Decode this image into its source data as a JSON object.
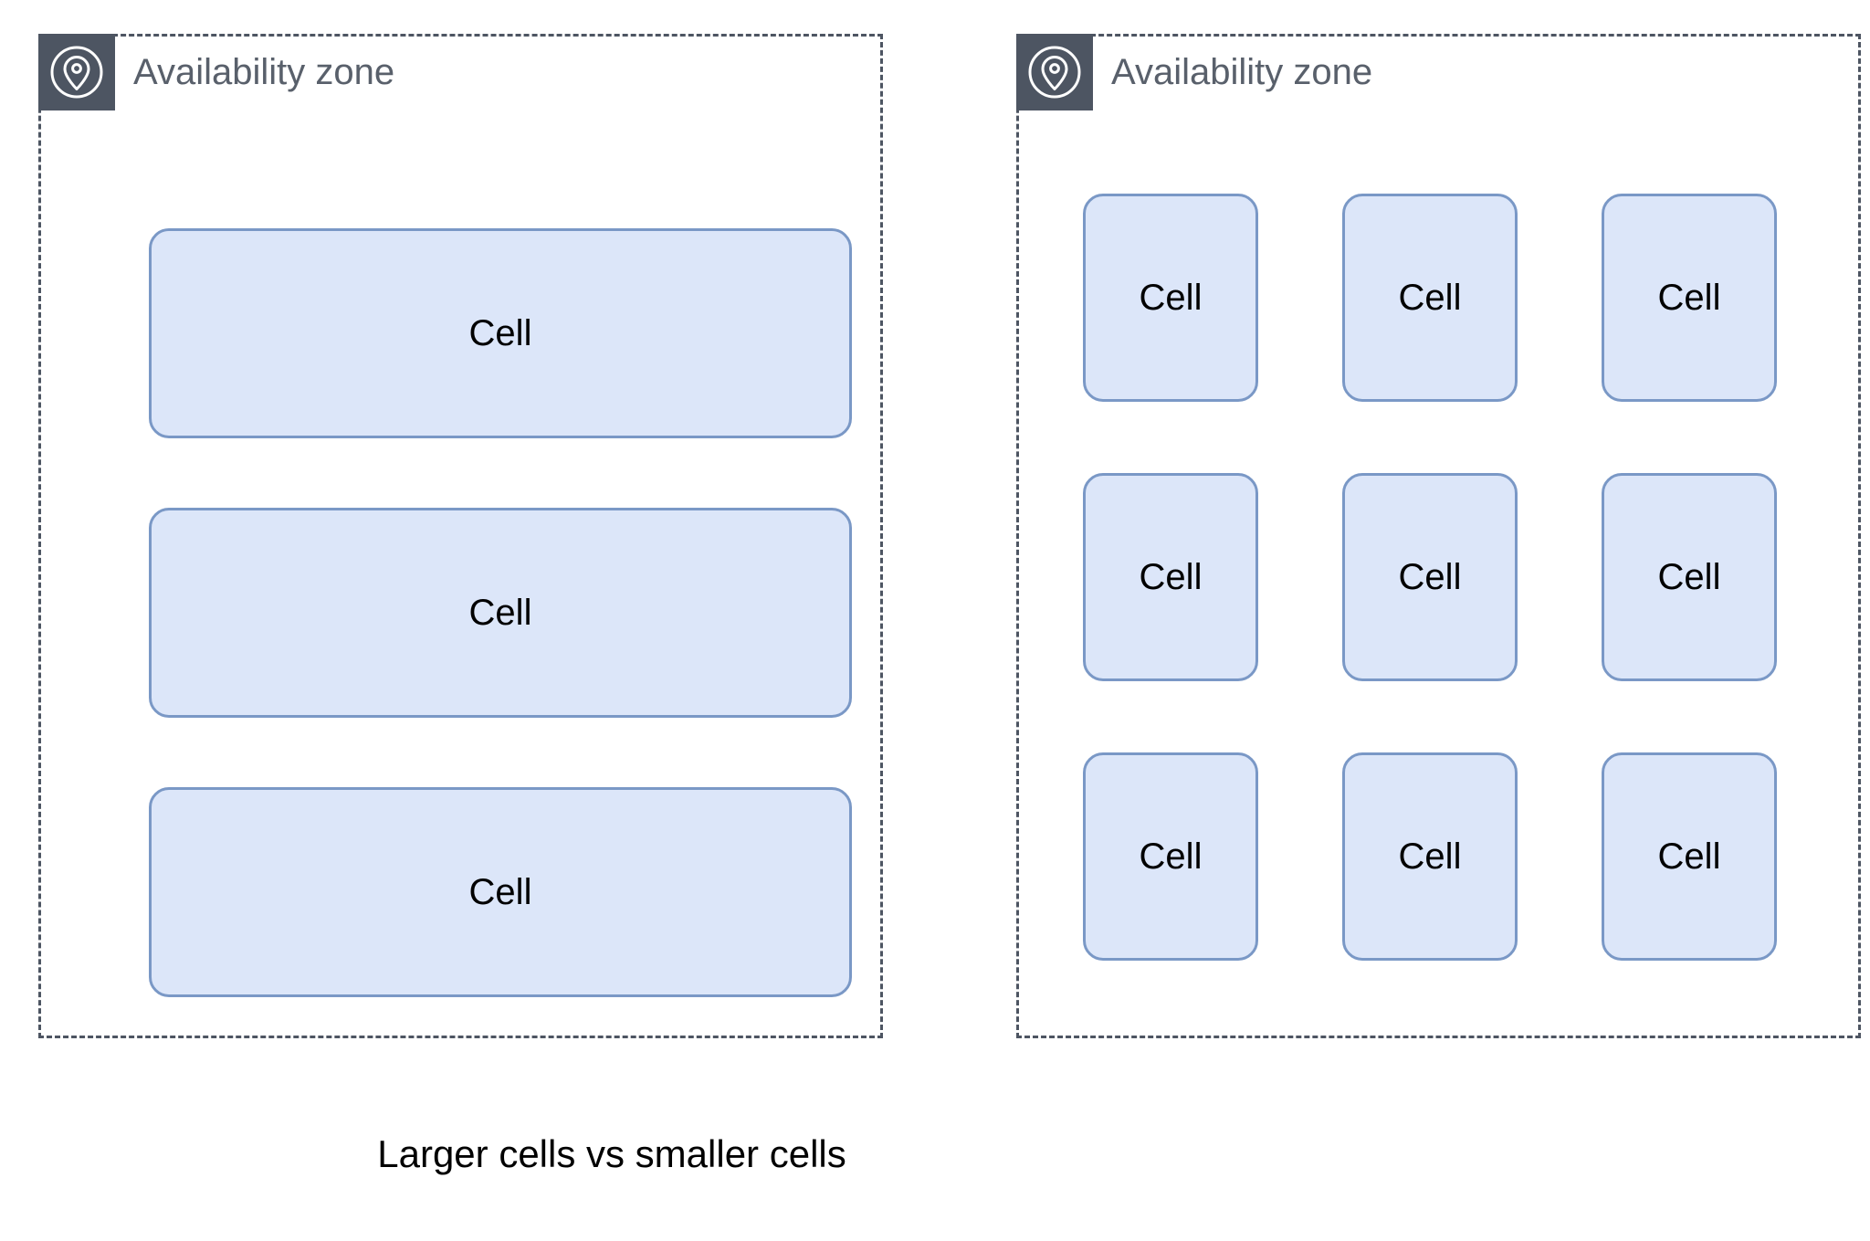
{
  "diagram": {
    "caption": "Larger cells vs smaller cells",
    "colors": {
      "zone_border": "#4d5562",
      "zone_icon_background": "#4d5562",
      "zone_icon_glyph": "#ffffff",
      "zone_title_text": "#59606b",
      "cell_fill": "#dce6f9",
      "cell_border": "#7a98c6",
      "cell_text": "#000000",
      "caption_text": "#000000",
      "page_background": "#ffffff"
    },
    "zones": [
      {
        "id": "left",
        "title": "Availability zone",
        "icon": "location-pin-icon",
        "layout": "single-column",
        "cell_size": "large",
        "cells": [
          {
            "label": "Cell"
          },
          {
            "label": "Cell"
          },
          {
            "label": "Cell"
          }
        ]
      },
      {
        "id": "right",
        "title": "Availability zone",
        "icon": "location-pin-icon",
        "layout": "three-column-grid",
        "cell_size": "small",
        "cells": [
          {
            "label": "Cell"
          },
          {
            "label": "Cell"
          },
          {
            "label": "Cell"
          },
          {
            "label": "Cell"
          },
          {
            "label": "Cell"
          },
          {
            "label": "Cell"
          },
          {
            "label": "Cell"
          },
          {
            "label": "Cell"
          },
          {
            "label": "Cell"
          }
        ]
      }
    ]
  }
}
